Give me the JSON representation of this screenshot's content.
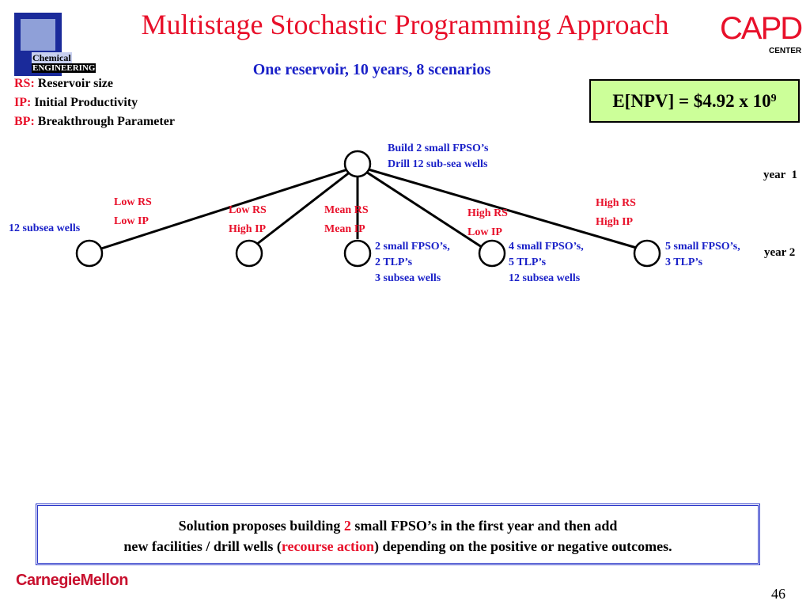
{
  "title": "Multistage Stochastic Programming Approach",
  "subtitle": "One reservoir, 10 years, 8 scenarios",
  "legend": [
    {
      "key": "RS:",
      "text": "Reservoir size"
    },
    {
      "key": "IP:",
      "text": "Initial Productivity"
    },
    {
      "key": "BP:",
      "text": "Breakthrough Parameter"
    }
  ],
  "npv": {
    "label": "E[NPV] = $4.92 x 10",
    "exp": "9"
  },
  "logo_left": {
    "line1": "Chemical",
    "line2": "ENGINEERING"
  },
  "logo_right": {
    "text": "CAPD",
    "sub": "CENTER"
  },
  "root_action": {
    "line1": "Build 2 small FPSO’s",
    "line2": "Drill 12 sub-sea wells"
  },
  "years": {
    "y1": "year  1",
    "y2": "year 2"
  },
  "branches": [
    {
      "rs": "Low RS",
      "ip": "Low IP"
    },
    {
      "rs": "Low RS",
      "ip": "High IP"
    },
    {
      "rs": "Mean RS",
      "ip": "Mean IP"
    },
    {
      "rs": "High RS",
      "ip": "Low IP"
    },
    {
      "rs": "High RS",
      "ip": "High IP"
    }
  ],
  "node_actions": {
    "n1": "12 subsea wells",
    "n3": [
      "2 small FPSO’s,",
      "2 TLP’s",
      "3 subsea wells"
    ],
    "n4": [
      "4 small FPSO’s,",
      "5 TLP’s",
      "12 subsea wells"
    ],
    "n5": [
      "5 small FPSO’s,",
      "3 TLP’s"
    ]
  },
  "solution": {
    "l1a": "Solution proposes building ",
    "l1b": "2",
    "l1c": " small FPSO’s in the first year and then add",
    "l2a": "new facilities / drill wells (",
    "l2b": "recourse action",
    "l2c": ") depending on the positive or negative outcomes."
  },
  "footer": {
    "org": "CarnegieMellon",
    "page": "46"
  },
  "colors": {
    "red": "#e8102a",
    "blue": "#1a21c8",
    "npv_bg": "#ccff99"
  }
}
